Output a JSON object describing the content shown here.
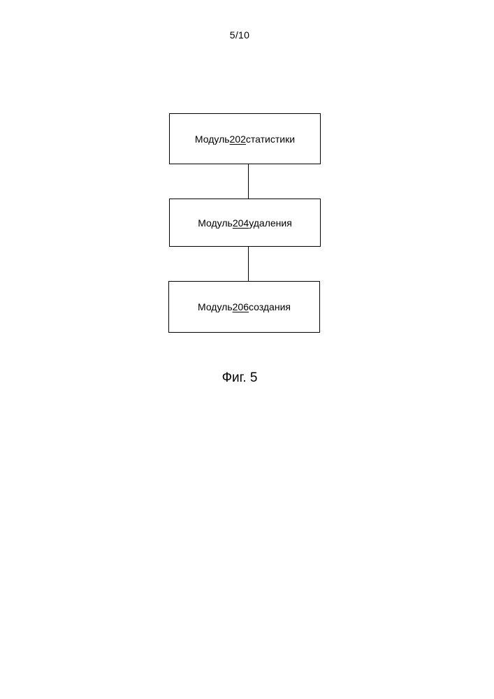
{
  "page_number": "5/10",
  "diagram": {
    "modules": [
      {
        "prefix": "Модуль ",
        "number": "202",
        "suffix": " статистики"
      },
      {
        "prefix": "Модуль ",
        "number": "204",
        "suffix": " удаления"
      },
      {
        "prefix": "Модуль ",
        "number": "206",
        "suffix": " создания"
      }
    ],
    "connections": [
      {
        "from": "202",
        "to": "204"
      },
      {
        "from": "204",
        "to": "206"
      }
    ]
  },
  "caption": "Фиг. 5"
}
